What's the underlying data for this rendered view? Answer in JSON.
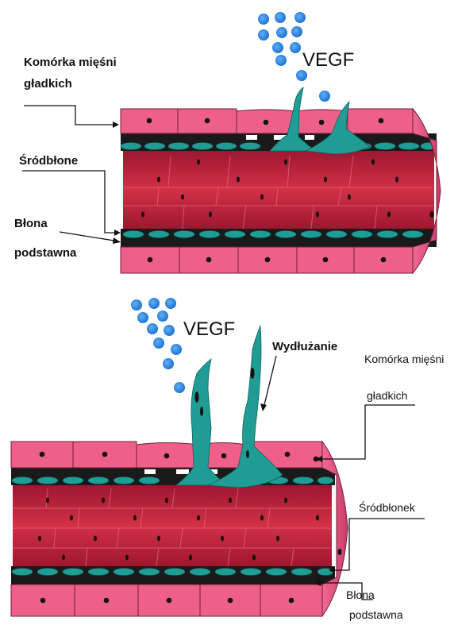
{
  "colors": {
    "smooth_muscle": "#ee5f8a",
    "endothelium": "#1f9d95",
    "basement_membrane": "#1a1a1a",
    "lumen": "#c8283f",
    "vegf": "#2f88e0",
    "background": "#ffffff"
  },
  "panel_top": {
    "vegf_label": "VEGF",
    "smooth_muscle_label_line1": "Komórka mięśni",
    "smooth_muscle_label_line2": "gładkich",
    "endothelium_label": "Śródbłone",
    "basement_label_line1": "Błona",
    "basement_label_line2": "podstawna"
  },
  "panel_bottom": {
    "vegf_label": "VEGF",
    "elongation_label": "Wydłużanie",
    "smooth_muscle_label_line1": "Komórka mięśni",
    "smooth_muscle_label_line2": "gładkich",
    "endothelium_label": "Śródbłonek",
    "basement_label_line1": "Błona",
    "basement_label_line2": "podstawna"
  }
}
